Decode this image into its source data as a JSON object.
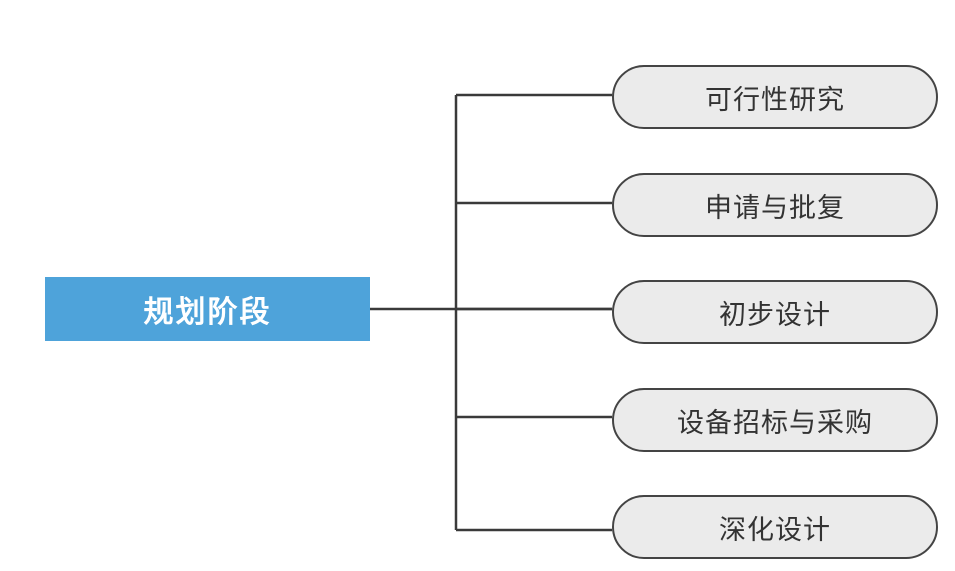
{
  "root": {
    "label": "规划阶段",
    "color": "#4ea3da"
  },
  "children": [
    {
      "label": "可行性研究"
    },
    {
      "label": "申请与批复"
    },
    {
      "label": "初步设计"
    },
    {
      "label": "设备招标与采购"
    },
    {
      "label": "深化设计"
    }
  ],
  "colors": {
    "child_fill": "#ebebeb",
    "line": "#3a3a3a",
    "root_text": "#ffffff"
  }
}
